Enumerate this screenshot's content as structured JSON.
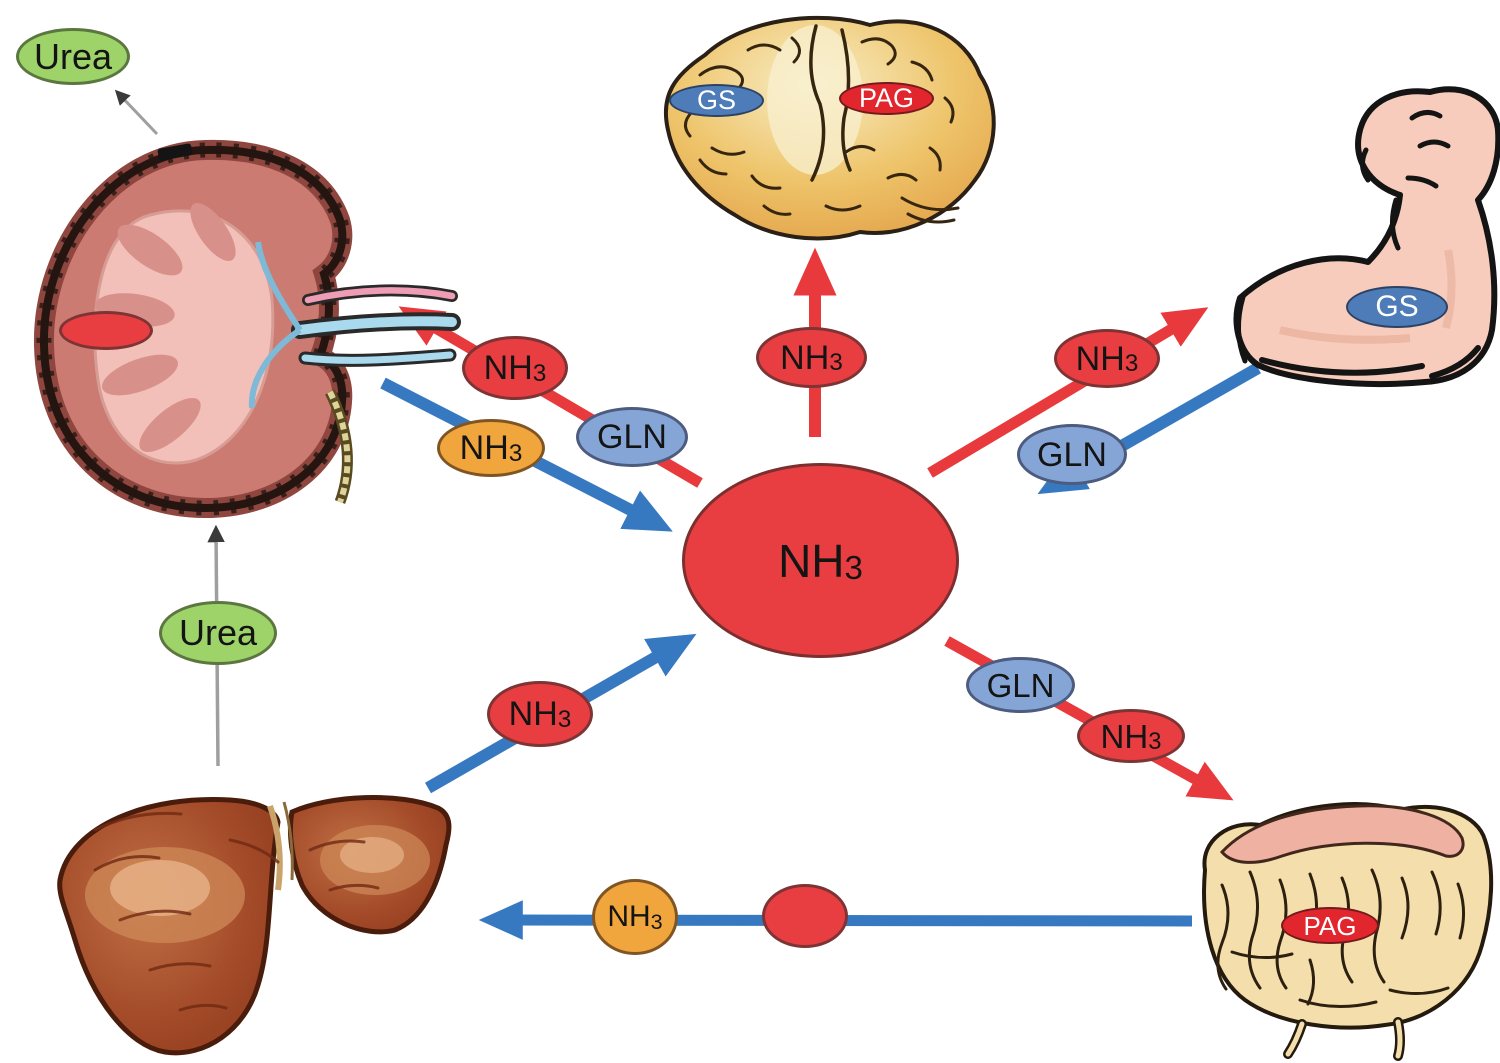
{
  "diagram": {
    "type": "interorgan-ammonia-metabolism-diagram",
    "center_node": {
      "molecule": "NH",
      "subscript": "3"
    },
    "labels": {
      "nh": "NH",
      "sub3": "3",
      "gln": "GLN",
      "urea": "Urea",
      "gs": "GS",
      "pag": "PAG"
    },
    "organ_icons": {
      "kidney": "kidney-illustration",
      "brain": "brain-illustration",
      "muscle": "muscle-arm-illustration",
      "liver": "liver-illustration",
      "intestine": "intestine-illustration"
    },
    "colors": {
      "ammonia_red": "#e93e41",
      "ammonia_orange": "#f0a63c",
      "glutamine_blue": "#86a5d7",
      "enzyme_blue": "#4d7cb8",
      "enzyme_red": "#e2262e",
      "urea_green": "#9ed36a",
      "arrow_red": "#e8393c",
      "arrow_blue": "#3779c1",
      "arrow_gray": "#9f9f9f"
    }
  }
}
